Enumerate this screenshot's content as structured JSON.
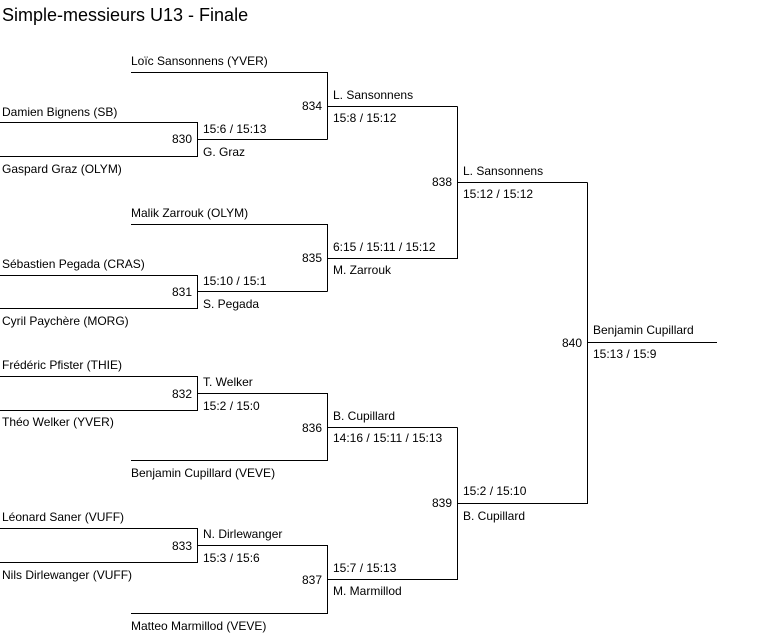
{
  "title": "Simple-messieurs U13 - Finale",
  "players": {
    "p1": "Loïc Sansonnens (YVER)",
    "p2": "Damien Bignens (SB)",
    "p3": "Gaspard Graz (OLYM)",
    "p4": "Malik Zarrouk (OLYM)",
    "p5": "Sébastien Pegada (CRAS)",
    "p6": "Cyril Paychère (MORG)",
    "p7": "Frédéric Pfister (THIE)",
    "p8": "Théo Welker (YVER)",
    "p9": "Benjamin Cupillard (VEVE)",
    "p10": "Léonard Saner (VUFF)",
    "p11": "Nils Dirlewanger (VUFF)",
    "p12": "Matteo Marmillod (VEVE)"
  },
  "matches": {
    "m830": {
      "number": "830",
      "winner": "G. Graz",
      "score": "15:6 / 15:13"
    },
    "m831": {
      "number": "831",
      "winner": "S. Pegada",
      "score": "15:10 / 15:1"
    },
    "m832": {
      "number": "832",
      "winner": "T. Welker",
      "score": "15:2 / 15:0"
    },
    "m833": {
      "number": "833",
      "winner": "N. Dirlewanger",
      "score": "15:3 / 15:6"
    },
    "m834": {
      "number": "834",
      "winner": "L. Sansonnens",
      "score": "15:8 / 15:12"
    },
    "m835": {
      "number": "835",
      "winner": "M. Zarrouk",
      "score": "6:15 / 15:11 / 15:12"
    },
    "m836": {
      "number": "836",
      "winner": "B. Cupillard",
      "score": "14:16 / 15:11 / 15:13"
    },
    "m837": {
      "number": "837",
      "winner": "M. Marmillod",
      "score": "15:7 / 15:13"
    },
    "m838": {
      "number": "838",
      "winner": "L. Sansonnens",
      "score": "15:12 / 15:12"
    },
    "m839": {
      "number": "839",
      "winner": "B. Cupillard",
      "score": "15:2 / 15:10"
    },
    "m840": {
      "number": "840",
      "winner": "Benjamin Cupillard",
      "score": "15:13 / 15:9"
    }
  }
}
